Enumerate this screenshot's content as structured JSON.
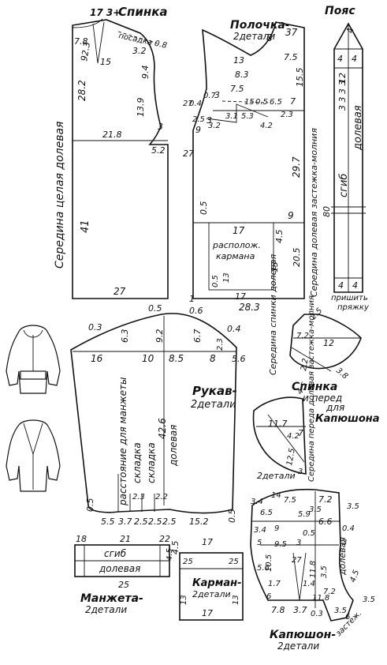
{
  "back": {
    "title": "Спинка",
    "top_measure": "17 3+",
    "label_78": "7.8",
    "label_923": "92.3",
    "label_15": "15",
    "ease": "посадка 0.8",
    "label_32": "3.2",
    "label_94": "9.4",
    "label_282": "28.2",
    "label_139": "13.9",
    "label_218": "21.8",
    "label_3": "3",
    "label_52": "5.2",
    "label_41": "41",
    "bottom": "27",
    "center_fold": "Середина целая долевая"
  },
  "front": {
    "title": "Полочка-",
    "subtitle": "2детали",
    "label_37": "37",
    "label_8": "8",
    "label_75": "7.5",
    "label_13": "13",
    "label_83": "8.3",
    "label_155": "15.5",
    "label_75b": "7.5",
    "label_15": "15",
    "label_05": "0.5",
    "label_65": "6.5",
    "label_7": "7",
    "label_04": "0.4",
    "label_27": "27",
    "label_07": "0.7",
    "label_3": "3",
    "label_25": "2.5",
    "label_31": "3.1",
    "label_53": "5.3",
    "label_42": "4.2",
    "label_23": "2.3",
    "label_3b": "3",
    "label_32": "3.2",
    "label_27b": "27",
    "label_9": "9",
    "label_297": "29.7",
    "label_05b": "0.5",
    "label_9b": "9",
    "label_17": "17",
    "label_45": "4.5",
    "pocket_place": "располож.",
    "pocket_word": "кармана",
    "label_13b": "13",
    "label_205": "20.5",
    "label_05c": "0.5",
    "label_13c": "13",
    "label_17b": "17",
    "bottom": "28.3",
    "center_zip": "Середина долевая застежка-молния"
  },
  "belt": {
    "title": "Пояс",
    "label_4top": "4",
    "label_4a": "4",
    "label_4b": "4",
    "label_3333": "3 3 3 3",
    "label_12": "12",
    "fold": "сгиб",
    "grain": "долевая",
    "label_80": "80",
    "label_4c": "4",
    "label_4d": "4",
    "note1": "пришить",
    "note2": "пряжку"
  },
  "sleeve": {
    "title": "Рукав-",
    "subtitle": "2детали",
    "label_05": "0.5",
    "label_1": "1",
    "label_06": "0.6",
    "label_03": "0.3",
    "label_04": "0.4",
    "label_63": "6.3",
    "label_92": "9.2",
    "label_67": "6.7",
    "label_16": "16",
    "label_10": "10",
    "label_85": "8.5",
    "label_8": "8",
    "label_23": "2.3",
    "label_56": "5.6",
    "label_426": "42.6",
    "text_dist": "расстояние для манжеты",
    "text_pleat": "складка",
    "text_pleat2": "складка",
    "text_grain": "долевая",
    "label_05b": "0.5",
    "label_23b": "2.3",
    "label_22": "2.2",
    "b1": "5.5",
    "b2": "3.7",
    "b3": "2.5",
    "b4": "2.5",
    "b5": "2.5",
    "b6": "15.2",
    "label_05c": "0.5"
  },
  "cuff": {
    "title": "Манжета-",
    "subtitle": "2детали",
    "label_18": "18",
    "label_21": "21",
    "label_22": "22",
    "fold": "сгиб",
    "grain": "долевая",
    "label_25": "25",
    "label_45": "4.5"
  },
  "pocket": {
    "title": "Карман-",
    "subtitle": "2детали",
    "label_17": "17",
    "label_25": "25",
    "label_25b": "25",
    "label_45": "4.5",
    "label_17b": "17",
    "label_13": "13",
    "label_13b": "13"
  },
  "hood_small": {
    "label_25": "2.5",
    "label_72": "7.2",
    "label_12": "12",
    "label_38": "3.8",
    "label_22": "2.2",
    "center": "Середина спинки долевая",
    "caption1": "Спинка",
    "caption2": "и перед",
    "caption3": "для",
    "caption4": "Капюшона"
  },
  "hood_front": {
    "label_45": "4.5",
    "label_117": "11.7",
    "label_42": "4.2",
    "label_7": "7",
    "label_125": "12.5",
    "label_3": "3",
    "center": "Середина переда долевая застежка-молния",
    "count": "2детали"
  },
  "hood": {
    "title": "Капюшон-",
    "subtitle": "2детали",
    "zip": "застеж.",
    "label_34": "3.4",
    "label_14": "14",
    "label_75": "7.5",
    "label_65": "6.5",
    "label_59": "5.9",
    "label_35": "3.5",
    "label_72": "7.2",
    "label_35b": "3.5",
    "label_66": "6.6",
    "label_34b": "3.4",
    "label_9": "9",
    "label_5": "5",
    "label_95": "9.5",
    "label_3": "3",
    "label_05": "0.5",
    "label_04": "0.4",
    "label_3b": "3",
    "label_105": "10.5",
    "label_27": "27",
    "label_118": "11.8",
    "label_35c": "3.5",
    "label_56": "5.6",
    "label_17": "1.7",
    "label_14b": "1.4",
    "label_118b": "11.8",
    "label_72b": "7.2",
    "label_6": "6",
    "label_45": "4.5",
    "label_35d": "3.5",
    "label_78": "7.8",
    "label_37": "3.7",
    "label_03": "0.3",
    "label_35e": "3.5",
    "label_6b": "6",
    "grain": "долевая"
  }
}
